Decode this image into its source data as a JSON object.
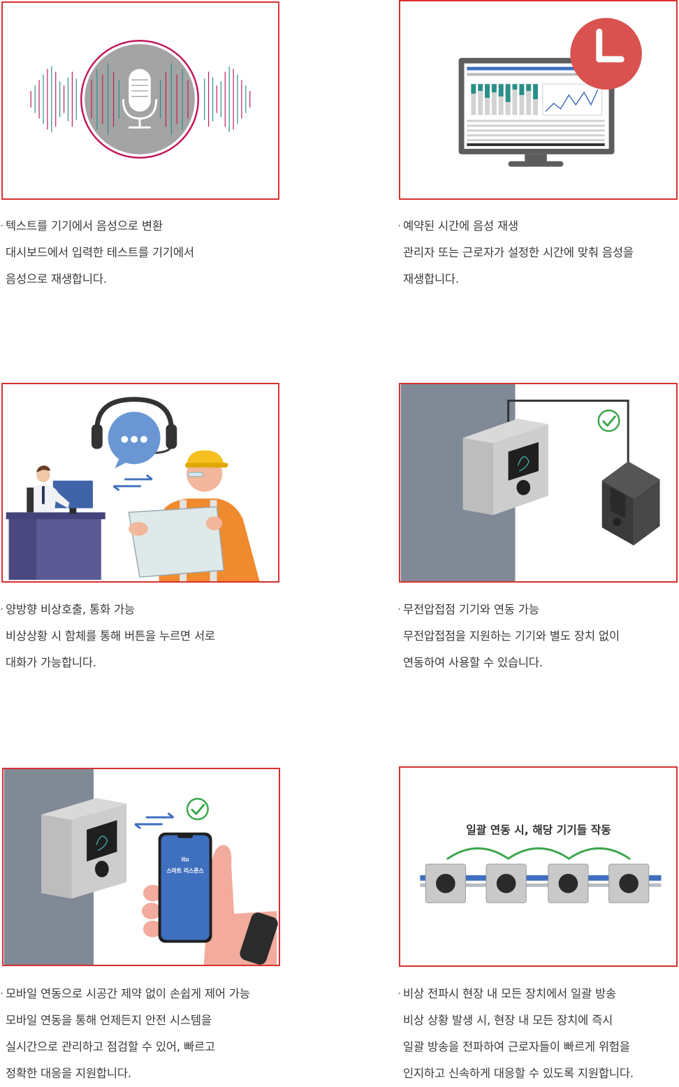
{
  "features": [
    {
      "title": "텍스트를 기기에서 음성으로 변환",
      "lines": [
        "대시보드에서 입력한 테스트를 기기에서",
        "음성으로 재생합니다."
      ]
    },
    {
      "title": "예약된 시간에 음성 재생",
      "lines": [
        "관리자 또는 근로자가 설정한 시간에 맞춰 음성을",
        "재생합니다."
      ]
    },
    {
      "title": "양방향 비상호출, 통화 가능",
      "lines": [
        "비상상황 시 함체를 통해 버튼을 누르면 서로",
        "대화가 가능합니다."
      ]
    },
    {
      "title": "무전압접점 기기와 연동 가능",
      "lines": [
        "무전압접점을 지원하는 기기와 별도 장치 없이",
        "연동하여 사용할 수 있습니다."
      ]
    },
    {
      "title": "모바일 연동으로 시공간 제약 없이 손쉽게 제어 가능",
      "lines": [
        "모바일 연동을 통해 언제든지 안전 시스템을",
        "실시간으로 관리하고 점검할 수 있어, 빠르고",
        "정확한 대응을 지원합니다."
      ]
    },
    {
      "title": "비상 전파시 현장 내 모든 장치에서 일괄 방송",
      "lines": [
        "비상 상황 발생 시, 현장 내 모든 장치에 즉시",
        "일괄 방송을 전파하여 근로자들이 빠르게 위험을",
        "인지하고 신속하게 대응할 수 있도록 지원합니다."
      ]
    }
  ],
  "illustrations": {
    "phone_app_name": "itu",
    "phone_app_title": "스마트 리스폰스",
    "broadcast_caption": "일괄 연동 시, 해당 기기들 작동"
  },
  "icons": [
    "microphone-icon",
    "clock-icon",
    "monitor-icon",
    "headset-icon",
    "check-icon",
    "arrows-icon"
  ],
  "colors": {
    "frame": "#d8302f",
    "accent_pink": "#c2185b",
    "teal": "#2a8f88",
    "green": "#3aa64b",
    "blue": "#3f6fbf"
  }
}
